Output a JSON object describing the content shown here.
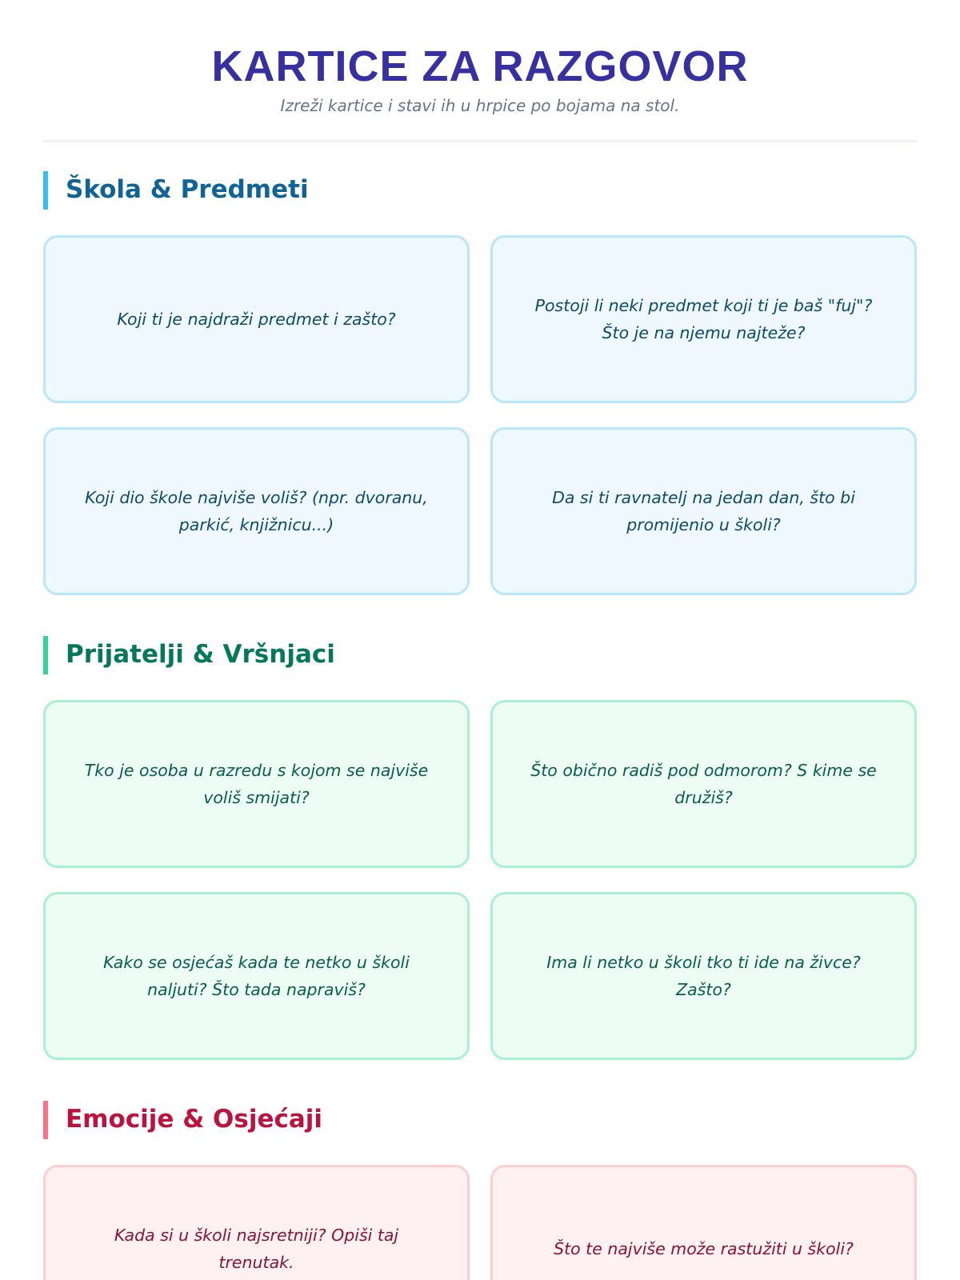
{
  "header": {
    "title": "KARTICE ZA RAZGOVOR",
    "subtitle": "Izreži kartice i stavi ih u hrpice po bojama na stol."
  },
  "sections": [
    {
      "title": "Škola & Predmeti",
      "color": "#38bdf8",
      "cards": [
        "Koji ti je najdraži predmet i zašto?",
        "Postoji li neki predmet koji ti je baš \"fuj\"? Što je na njemu najteže?",
        "Koji dio škole najviše voliš? (npr. dvoranu, parkić, knjižnicu...)",
        "Da si ti ravnatelj na jedan dan, što bi promijenio u školi?"
      ]
    },
    {
      "title": "Prijatelji & Vršnjaci",
      "color": "#34d399",
      "cards": [
        "Tko je osoba u razredu s kojom se najviše voliš smijati?",
        "Što obično radiš pod odmorom? S kime se družiš?",
        "Kako se osjećaš kada te netko u školi naljuti? Što tada napraviš?",
        "Ima li netko u školi tko ti ide na živce? Zašto?"
      ]
    },
    {
      "title": "Emocije & Osjećaji",
      "color": "#fb7185",
      "cards": [
        "Kada si u školi najsretniji? Opiši taj trenutak.",
        "Što te najviše može rastužiti u školi?"
      ]
    }
  ]
}
